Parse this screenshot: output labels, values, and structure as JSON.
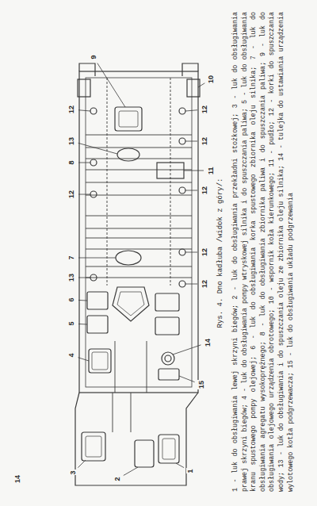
{
  "diagram": {
    "title": "Rys. 4. Dno kadłuba /widok z góry/:",
    "caption": "1 - luk do obsługiwania lewej skrzyni biegów; 2 - luk do obsługiwania przekładni stożkowej; 3 - luk do obsługiwania prawej skrzyni biegów; 4 - luk do obsługiwania pompy wtryskowej silnika i do spuszczania paliwa; 5 - luk do obsługiwania kranu spustowego pompy olejowej; 6 - luk do obsługiwania korka spustowego zbiornika oleju silnika; 7 - luk do obsługiwania agregatu wysokoprężnego; 8 - luk do obsługiwania zbiornika paliwa i do spuszczania paliwa; 9 - luk do obsługiwania olejowego urządzenia obrotowego; 10 - wspornik koła kierunkowego; 11 - pudło; 12 - korki do spuszczania wody; 13 - luk do obsługiwania i do spuszczania oleju ze zbiornika oleju silnika; 14 - tulejka do ustawiania urządzenia wylotowego kotła podgrzewacza; 15 - luk do obsługiwania układu podgrzewania",
    "labels": [
      "9",
      "10",
      "12",
      "12",
      "13",
      "8",
      "11",
      "12",
      "12",
      "12",
      "12",
      "7",
      "13",
      "12",
      "6",
      "5",
      "4",
      "14",
      "15",
      "3",
      "2",
      "1",
      "14"
    ]
  }
}
